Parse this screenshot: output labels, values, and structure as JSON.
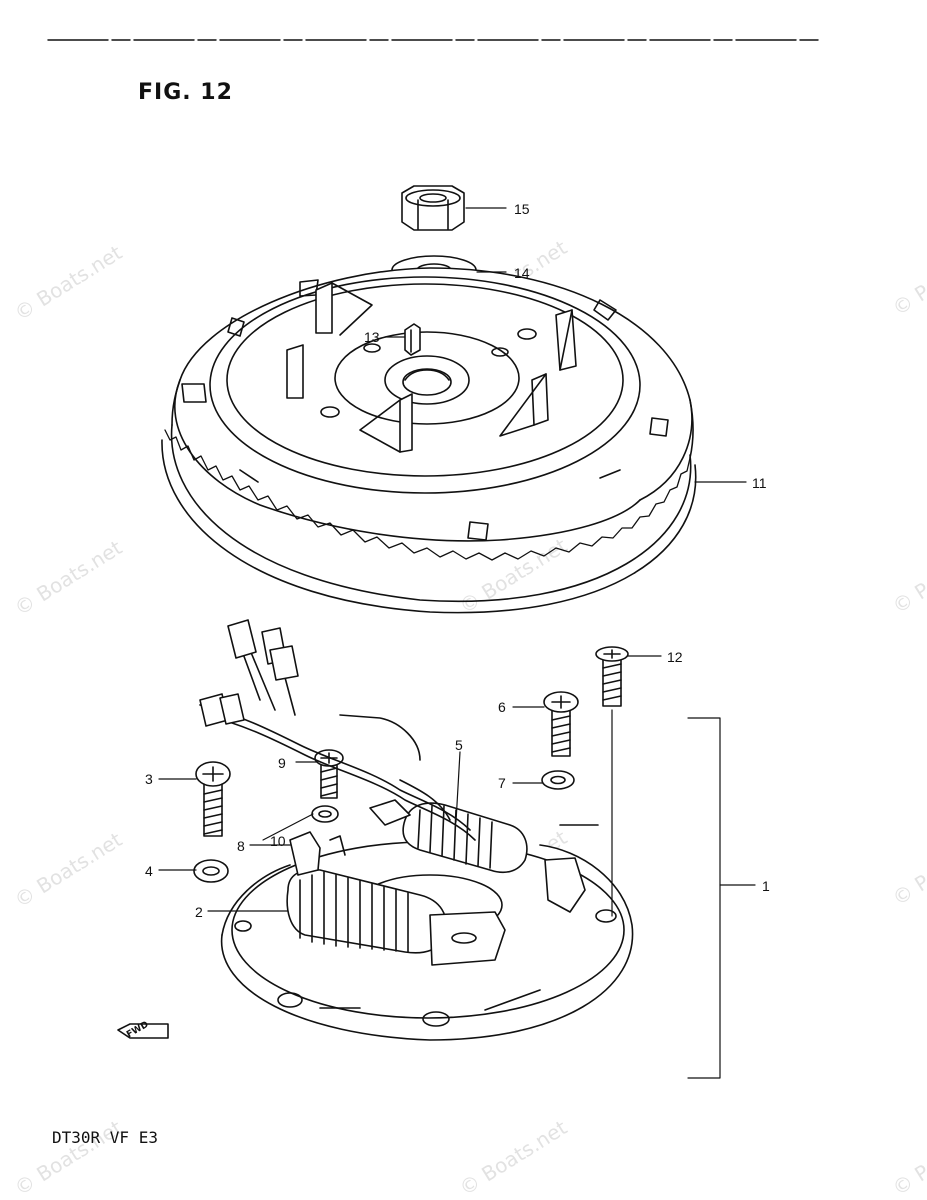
{
  "figure": {
    "title": "FIG. 12",
    "model_code": "DT30R VF E3",
    "forward_marker": "FWD"
  },
  "callouts": {
    "c1": "1",
    "c2": "2",
    "c3": "3",
    "c4": "4",
    "c5": "5",
    "c6": "6",
    "c7": "7",
    "c8": "8",
    "c9": "9",
    "c10": "10",
    "c11": "11",
    "c12": "12",
    "c13": "13",
    "c14": "14",
    "c15": "15"
  },
  "watermark": {
    "text": "© Boats.net",
    "text_cut": "© P"
  },
  "colors": {
    "line": "#111111",
    "watermark": "#969696"
  }
}
